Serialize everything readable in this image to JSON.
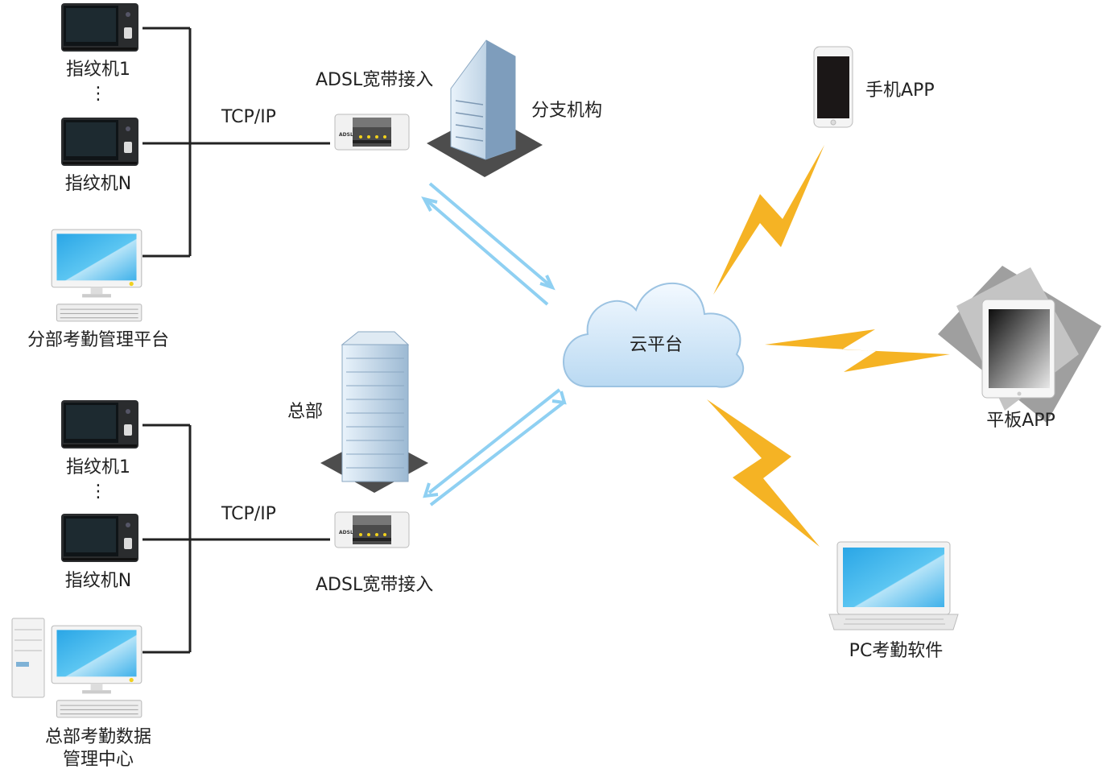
{
  "branch": {
    "device_1": "指纹机1",
    "device_n": "指纹机N",
    "ellipsis": "⋮",
    "protocol": "TCP/IP",
    "adsl": "ADSL宽带接入",
    "office": "分支机构",
    "platform": "分部考勤管理平台"
  },
  "hq": {
    "device_1": "指纹机1",
    "device_n": "指纹机N",
    "ellipsis": "⋮",
    "protocol": "TCP/IP",
    "adsl": "ADSL宽带接入",
    "office": "总部",
    "center_line1": "总部考勤数据",
    "center_line2": "管理中心"
  },
  "cloud": {
    "label": "云平台"
  },
  "clients": {
    "phone": "手机APP",
    "tablet": "平板APP",
    "pc": "PC考勤软件"
  },
  "modem_text": "ADSL",
  "colors": {
    "arrow": "#8fd0f2",
    "bolt": "#f5b324",
    "line": "#222222",
    "screen": "#48b6e8"
  }
}
